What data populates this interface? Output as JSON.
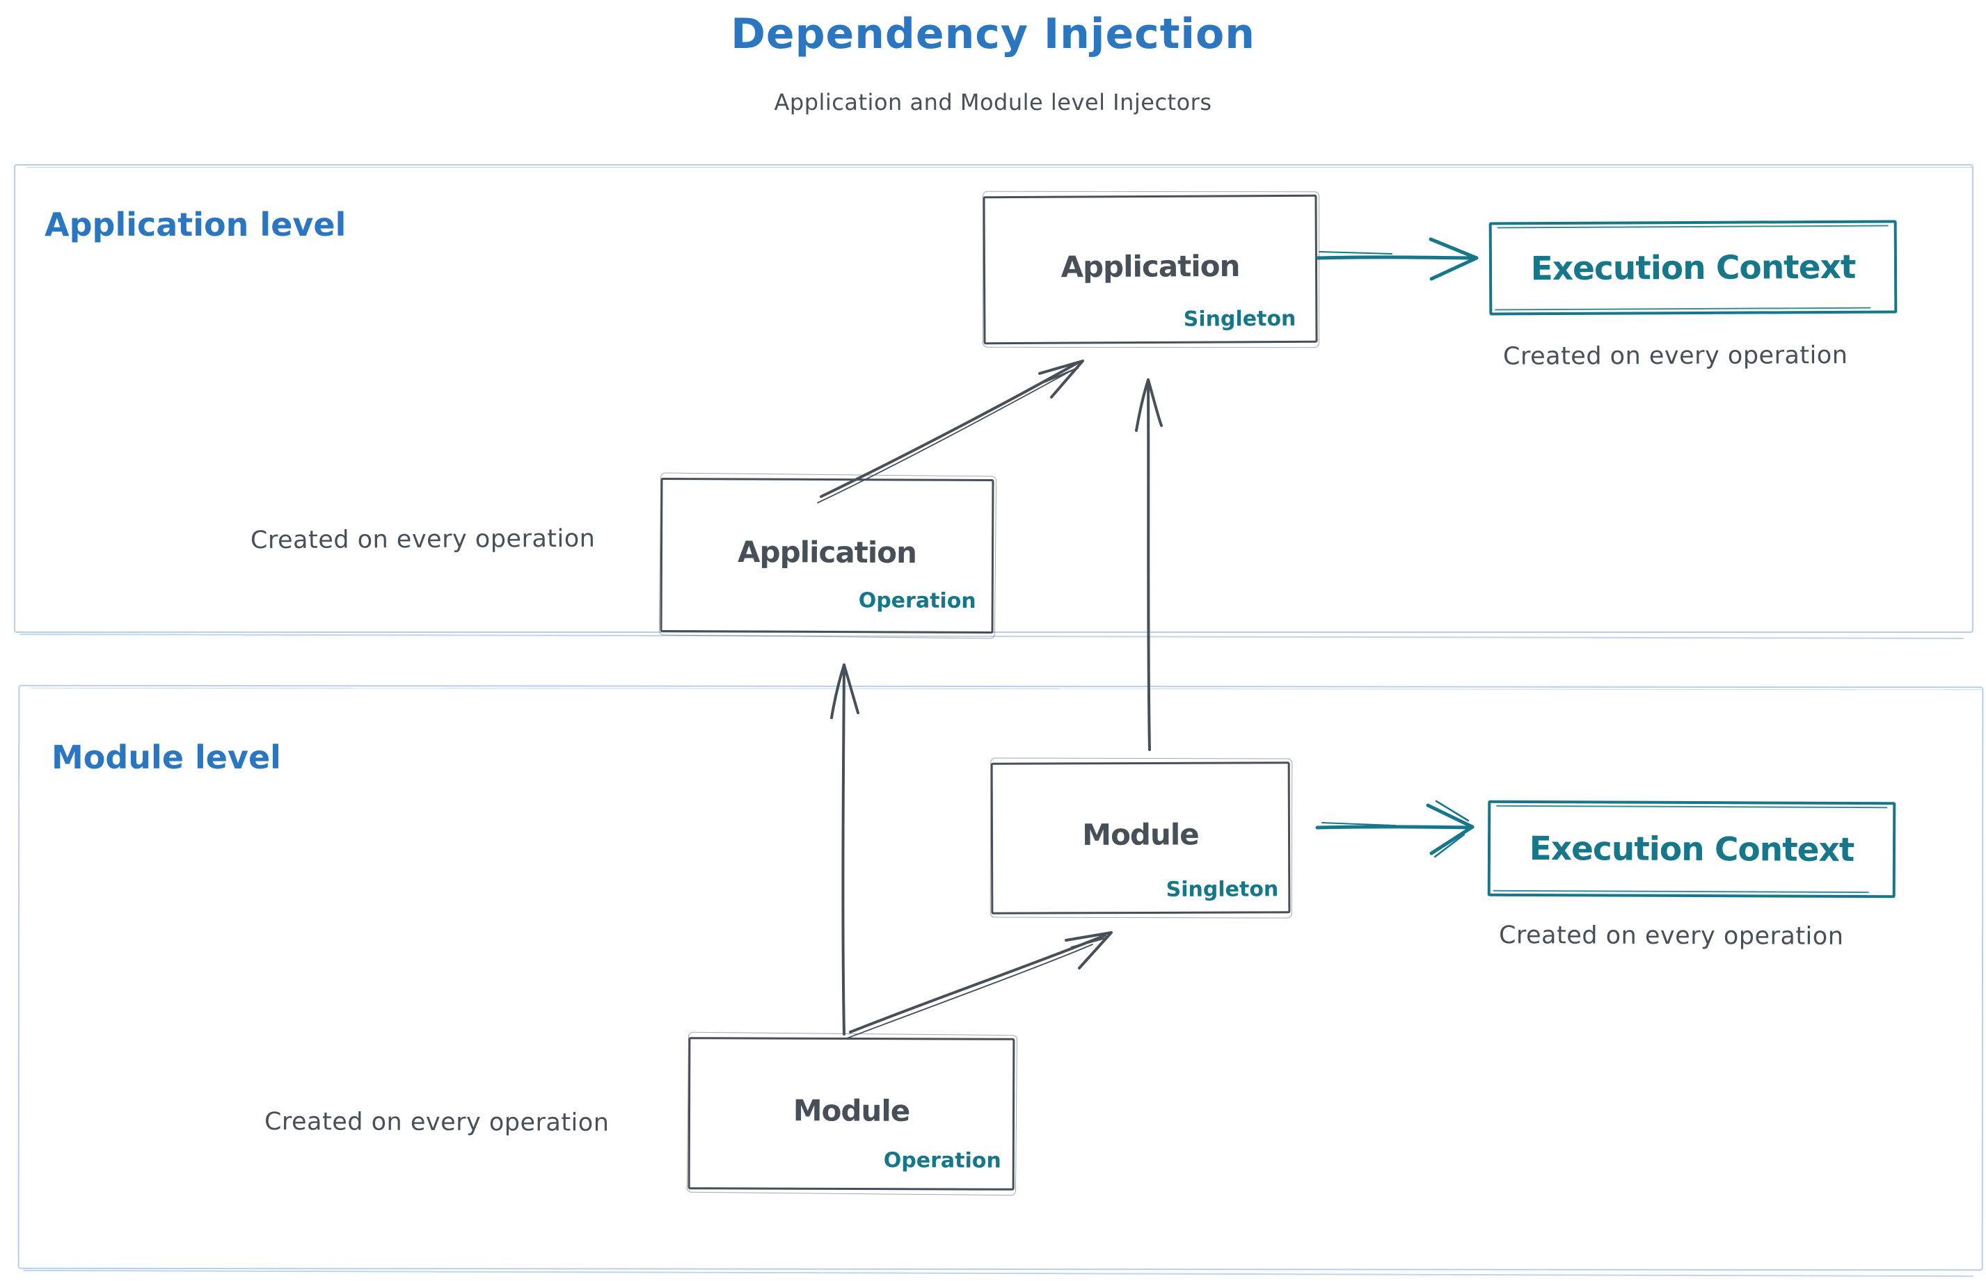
{
  "title": "Dependency Injection",
  "subtitle": "Application and Module level Injectors",
  "palette": {
    "title_blue": "#2a76c0",
    "ink_gray": "#475059",
    "accent_teal": "#157789",
    "container_border_blue": "#b9cfe9"
  },
  "sections": {
    "application": {
      "label": "Application level"
    },
    "module": {
      "label": "Module level"
    }
  },
  "nodes": {
    "app_singleton": {
      "title": "Application",
      "tag": "Singleton"
    },
    "app_operation": {
      "title": "Application",
      "tag": "Operation"
    },
    "module_singleton": {
      "title": "Module",
      "tag": "Singleton"
    },
    "module_operation": {
      "title": "Module",
      "tag": "Operation"
    },
    "exec_context_app": {
      "label": "Execution Context"
    },
    "exec_context_module": {
      "label": "Execution Context"
    }
  },
  "notes": {
    "app_operation": "Created on every operation",
    "exec_context_app": "Created on every operation",
    "module_operation": "Created on every operation",
    "exec_context_module": "Created on every operation"
  }
}
